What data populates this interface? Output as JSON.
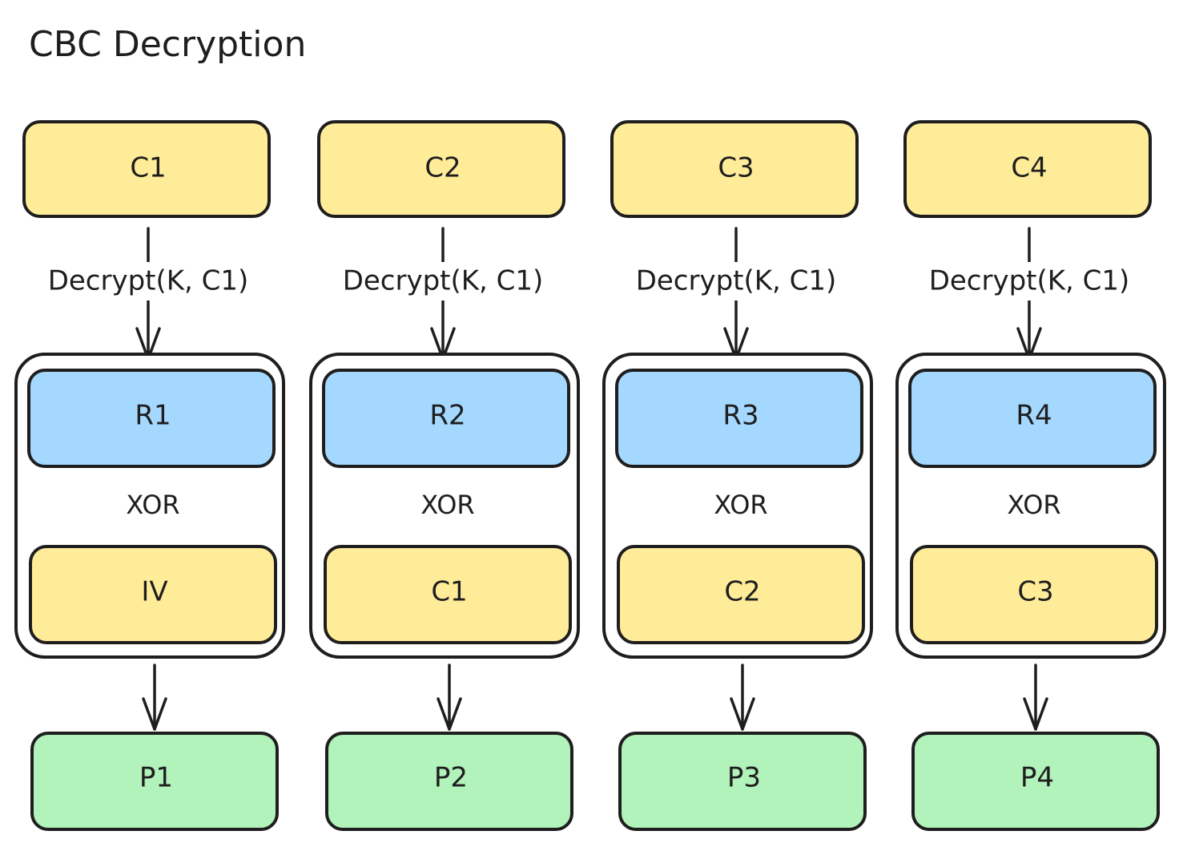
{
  "title": "CBC Decryption",
  "colors": {
    "cipher": "#ffec99",
    "intermediate": "#a5d8ff",
    "plain": "#b2f2bb",
    "stroke": "#1e1e1e"
  },
  "columns": [
    {
      "cipher": "C1",
      "edge": "Decrypt(K, C1)",
      "intermediate": "R1",
      "op": "XOR",
      "xor_input": "IV",
      "plain": "P1"
    },
    {
      "cipher": "C2",
      "edge": "Decrypt(K, C1)",
      "intermediate": "R2",
      "op": "XOR",
      "xor_input": "C1",
      "plain": "P2"
    },
    {
      "cipher": "C3",
      "edge": "Decrypt(K, C1)",
      "intermediate": "R3",
      "op": "XOR",
      "xor_input": "C2",
      "plain": "P3"
    },
    {
      "cipher": "C4",
      "edge": "Decrypt(K, C1)",
      "intermediate": "R4",
      "op": "XOR",
      "xor_input": "C3",
      "plain": "P4"
    }
  ]
}
